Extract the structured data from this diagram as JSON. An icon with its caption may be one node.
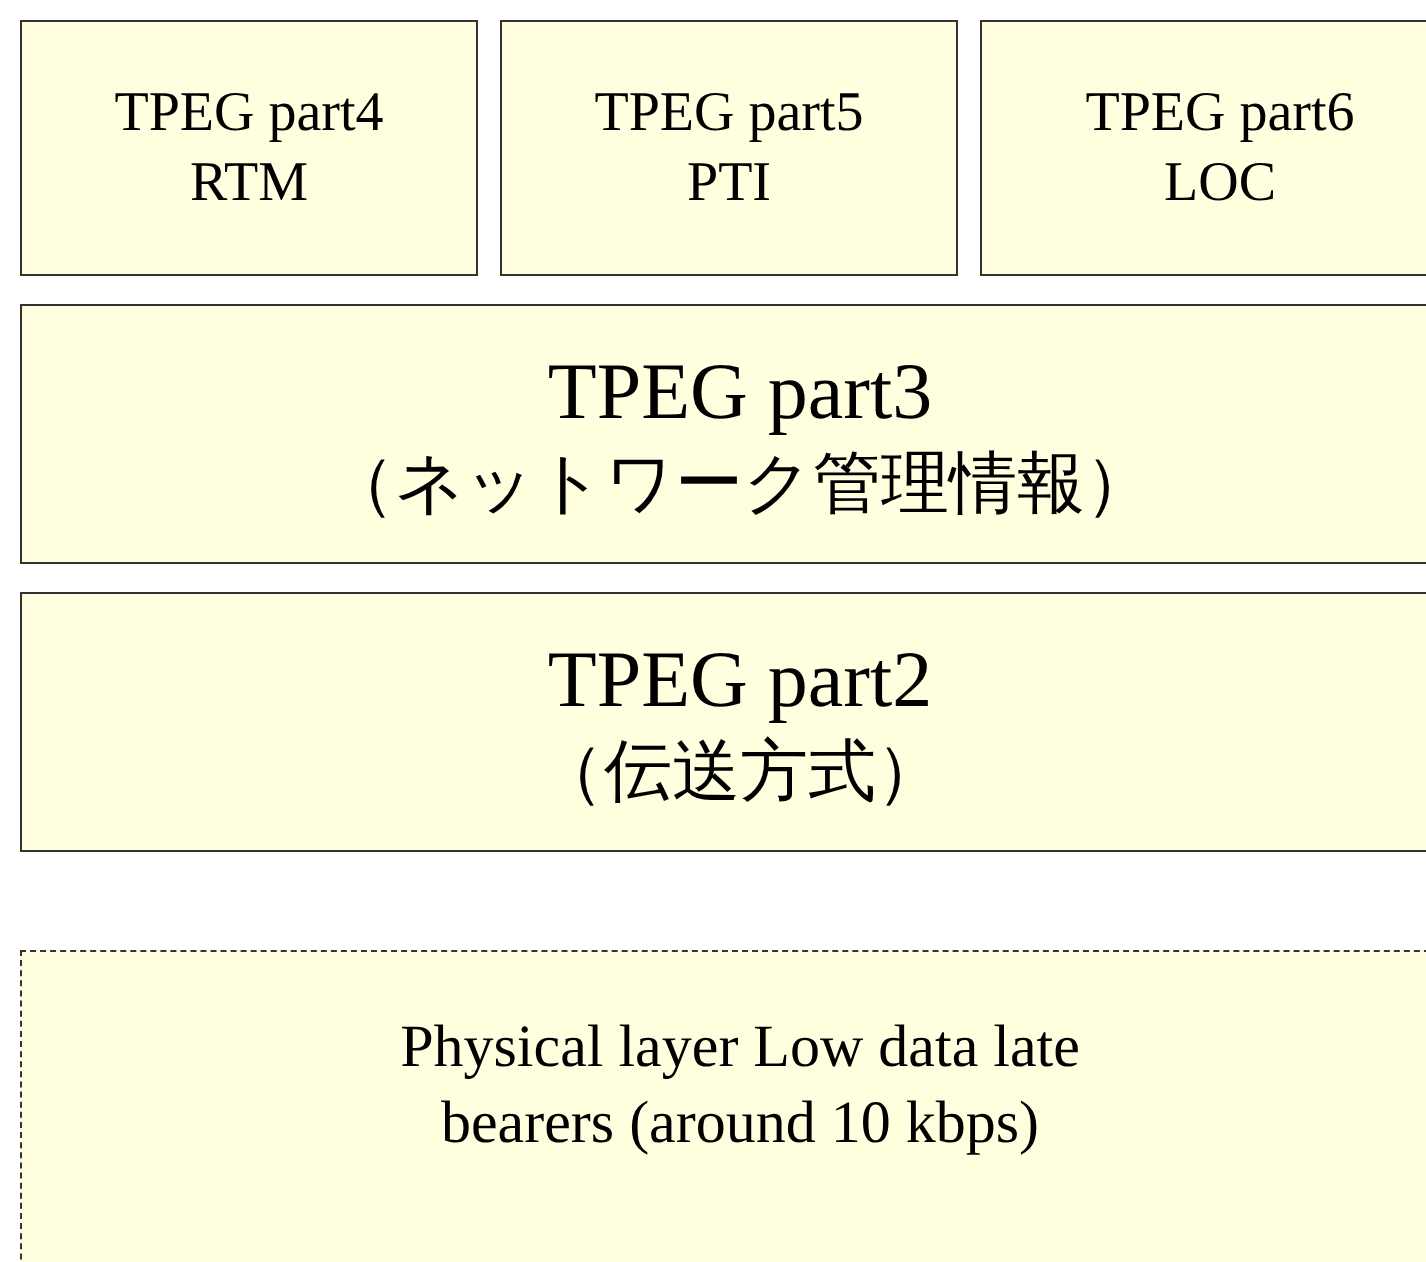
{
  "diagram": {
    "nodes": [
      {
        "text": [
          "TPEG part4 RTM"
        ]
      },
      {
        "text": [
          "TPEG part5 PTI"
        ]
      },
      {
        "text": [
          "TPEG part6 LOC"
        ]
      },
      {
        "text": [
          "TPEG part3",
          "（ネットワーク管理情報）"
        ]
      },
      {
        "text": [
          "TPEG part2",
          "（伝送方式）"
        ]
      },
      {
        "text": [
          "Physical layer Low data late bearers (around 10 kbps)"
        ]
      }
    ]
  }
}
